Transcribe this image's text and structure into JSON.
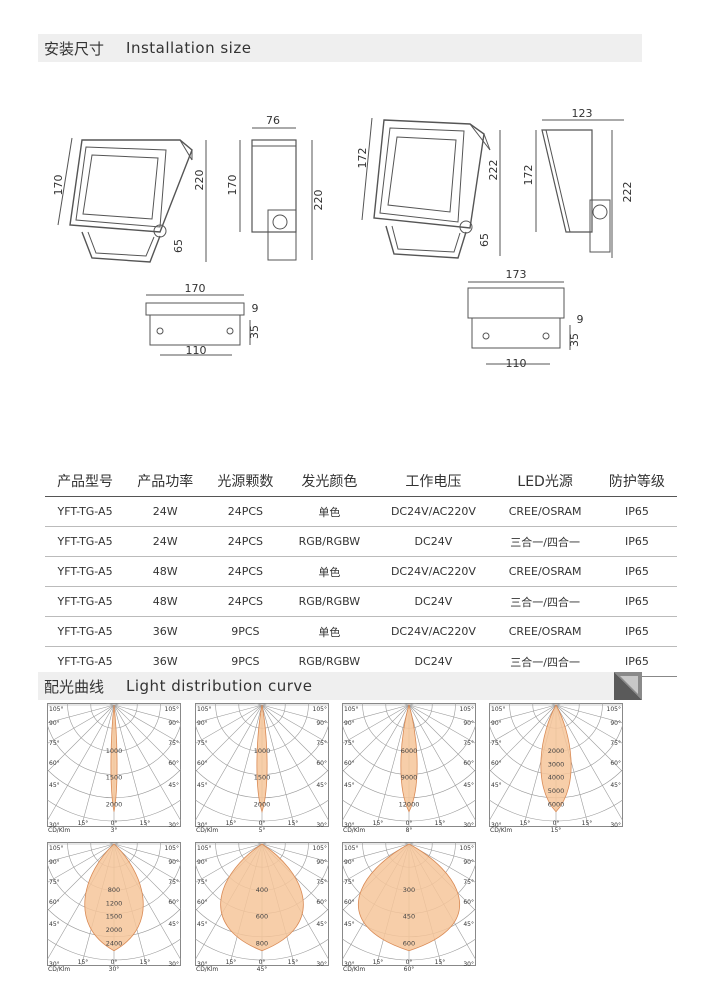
{
  "install": {
    "title_zh": "安装尺寸",
    "title_en": "Installation size"
  },
  "dims_a": {
    "front_h": "170",
    "side_w": "76",
    "side_h": "220",
    "side_inner": "170",
    "body_h": "220",
    "bracket_h": "65",
    "base_w": "170",
    "base_hole": "110",
    "base_h": "35",
    "base_slot": "9"
  },
  "dims_b": {
    "front_h": "172",
    "side_w": "123",
    "side_h": "222",
    "side_inner": "172",
    "body_h": "222",
    "bracket_h": "65",
    "base_w": "173",
    "base_hole": "110",
    "base_h": "35",
    "base_slot": "9"
  },
  "spec_table": {
    "headers": [
      "产品型号",
      "产品功率",
      "光源颗数",
      "发光颜色",
      "工作电压",
      "LED光源",
      "防护等级"
    ],
    "rows": [
      [
        "YFT-TG-A5",
        "24W",
        "24PCS",
        "单色",
        "DC24V/AC220V",
        "CREE/OSRAM",
        "IP65"
      ],
      [
        "YFT-TG-A5",
        "24W",
        "24PCS",
        "RGB/RGBW",
        "DC24V",
        "三合一/四合一",
        "IP65"
      ],
      [
        "YFT-TG-A5",
        "48W",
        "24PCS",
        "单色",
        "DC24V/AC220V",
        "CREE/OSRAM",
        "IP65"
      ],
      [
        "YFT-TG-A5",
        "48W",
        "24PCS",
        "RGB/RGBW",
        "DC24V",
        "三合一/四合一",
        "IP65"
      ],
      [
        "YFT-TG-A5",
        "36W",
        "9PCS",
        "单色",
        "DC24V/AC220V",
        "CREE/OSRAM",
        "IP65"
      ],
      [
        "YFT-TG-A5",
        "36W",
        "9PCS",
        "RGB/RGBW",
        "DC24V",
        "三合一/四合一",
        "IP65"
      ]
    ]
  },
  "light": {
    "title_zh": "配光曲线",
    "title_en": "Light distribution curve"
  },
  "polar_common": {
    "angle_labels": [
      "105°",
      "90°",
      "75°",
      "60°",
      "45°",
      "30°",
      "15°",
      "0°",
      "15°",
      "30°",
      "45°",
      "60°",
      "75°",
      "90°",
      "105°"
    ],
    "unit": "CD/Klm"
  },
  "polar_charts": [
    {
      "beam": "3°",
      "rings": [
        "1000",
        "1500",
        "2000"
      ],
      "half_angle": 3
    },
    {
      "beam": "5°",
      "rings": [
        "1000",
        "1500",
        "2000"
      ],
      "half_angle": 5
    },
    {
      "beam": "8°",
      "rings": [
        "6000",
        "9000",
        "12000"
      ],
      "half_angle": 8
    },
    {
      "beam": "15°",
      "rings": [
        "2000",
        "3000",
        "4000",
        "5000",
        "6000"
      ],
      "half_angle": 15
    },
    {
      "beam": "30°",
      "rings": [
        "800",
        "1200",
        "1500",
        "2000",
        "2400"
      ],
      "half_angle": 30
    },
    {
      "beam": "45°",
      "rings": [
        "400",
        "600",
        "800"
      ],
      "half_angle": 45
    },
    {
      "beam": "60°",
      "rings": [
        "300",
        "450",
        "600"
      ],
      "half_angle": 60
    }
  ],
  "colors": {
    "beam_fill": "#f6c59a",
    "beam_stroke": "#d98a55",
    "grid": "#9a9a9a",
    "bar": "#efefef"
  }
}
